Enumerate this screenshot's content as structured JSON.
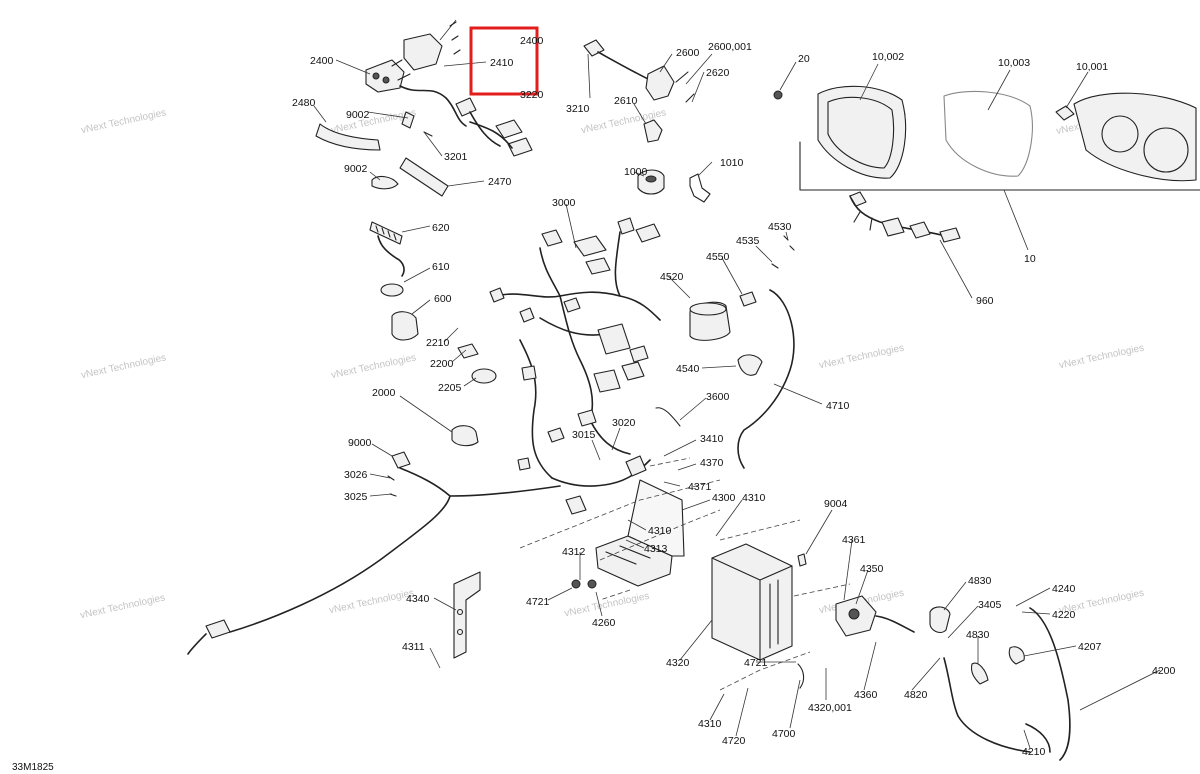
{
  "diagram": {
    "reference_code": "33M1825",
    "watermark_text": "vNext Technologies",
    "highlight_color": "#e11d1d",
    "callouts": {
      "c2400": "2400",
      "c2400t": "2400",
      "c2410": "2410",
      "c3220": "3220",
      "c2480": "2480",
      "c9002a": "9002",
      "c3201": "3201",
      "c9002": "9002",
      "c2470": "2470",
      "c3210": "3210",
      "c2600": "2600",
      "c2600_001": "2600,001",
      "c2610": "2610",
      "c2620": "2620",
      "c20": "20",
      "c10002": "10,002",
      "c10003": "10,003",
      "c10001": "10,001",
      "c10": "10",
      "c1000": "1000",
      "c1010": "1010",
      "c3000": "3000",
      "c620": "620",
      "c610": "610",
      "c600": "600",
      "c2210": "2210",
      "c2200": "2200",
      "c2205": "2205",
      "c4520": "4520",
      "c4550": "4550",
      "c4535": "4535",
      "c4530": "4530",
      "c960": "960",
      "c4540": "4540",
      "c4710": "4710",
      "c2000": "2000",
      "c3600": "3600",
      "c3015": "3015",
      "c3020": "3020",
      "c3410": "3410",
      "c9000": "9000",
      "c4370": "4370",
      "c4371": "4371",
      "c3026": "3026",
      "c3025": "3025",
      "c4300": "4300",
      "c4310a": "4310",
      "c4310b": "4310",
      "c4313": "4313",
      "c4312": "4312",
      "c9004": "9004",
      "c4361": "4361",
      "c4350": "4350",
      "c4721a": "4721",
      "c4260": "4260",
      "c4340": "4340",
      "c4320": "4320",
      "c4830a": "4830",
      "c3405": "3405",
      "c4240": "4240",
      "c4220": "4220",
      "c4830b": "4830",
      "c4207": "4207",
      "c4311": "4311",
      "c4721b": "4721",
      "c4360": "4360",
      "c4820": "4820",
      "c4200": "4200",
      "c4310c": "4310",
      "c4700": "4700",
      "c4320_001": "4320,001",
      "c4720": "4720",
      "c4210": "4210"
    }
  }
}
